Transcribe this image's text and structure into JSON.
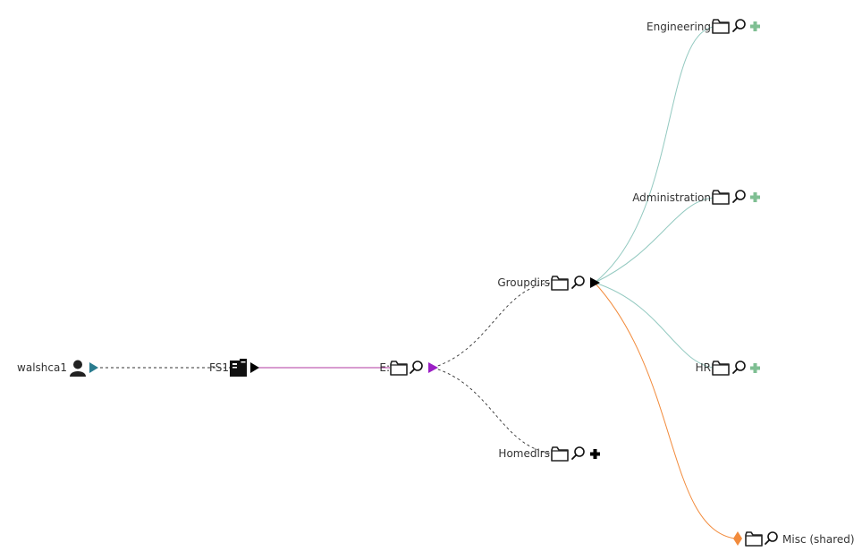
{
  "colors": {
    "background": "#ffffff",
    "label": "#333333",
    "dashed_link": "#333333",
    "purple_link": "#b03aa0",
    "teal_link": "#93c9c0",
    "orange_link": "#f28b3c",
    "teal_marker": "#2a7c8f",
    "purple_marker": "#9b1fc5",
    "green_plus": "#7fbf93",
    "orange_marker": "#f28b3c",
    "black": "#000000"
  },
  "nodes": {
    "user": {
      "label": "walshca1",
      "icon": "user-icon",
      "marker": "teal-arrow-icon"
    },
    "server": {
      "label": "FS1",
      "icon": "server-icon",
      "marker": "black-arrow-icon"
    },
    "drive": {
      "label": "E:",
      "icons": [
        "folder-icon",
        "search-icon"
      ],
      "marker": "purple-arrow-icon"
    },
    "groupdirs": {
      "label": "Groupdirs",
      "icons": [
        "folder-icon",
        "search-icon"
      ],
      "marker": "black-arrow-icon"
    },
    "homedirs": {
      "label": "Homedirs",
      "icons": [
        "folder-icon",
        "search-icon"
      ],
      "marker": "black-plus-icon"
    },
    "engineering": {
      "label": "Engineering",
      "icons": [
        "folder-icon",
        "search-icon"
      ],
      "marker": "green-plus-icon"
    },
    "administration": {
      "label": "Administration",
      "icons": [
        "folder-icon",
        "search-icon"
      ],
      "marker": "green-plus-icon"
    },
    "hr": {
      "label": "HR",
      "icons": [
        "folder-icon",
        "search-icon"
      ],
      "marker": "green-plus-icon"
    },
    "misc": {
      "label": "Misc (shared)",
      "icons": [
        "orange-diamond-icon",
        "folder-icon",
        "search-icon"
      ]
    }
  }
}
